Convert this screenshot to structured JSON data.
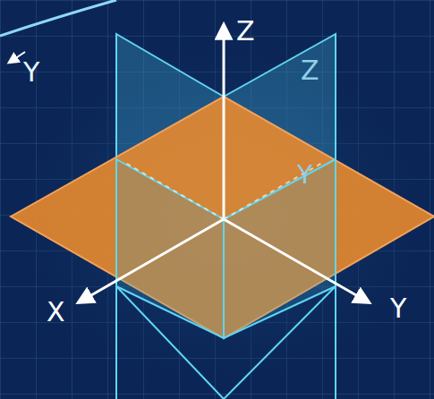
{
  "diagram": {
    "labels": [
      "Y",
      "Z",
      "Z",
      "Y",
      "X",
      "Y"
    ]
  }
}
